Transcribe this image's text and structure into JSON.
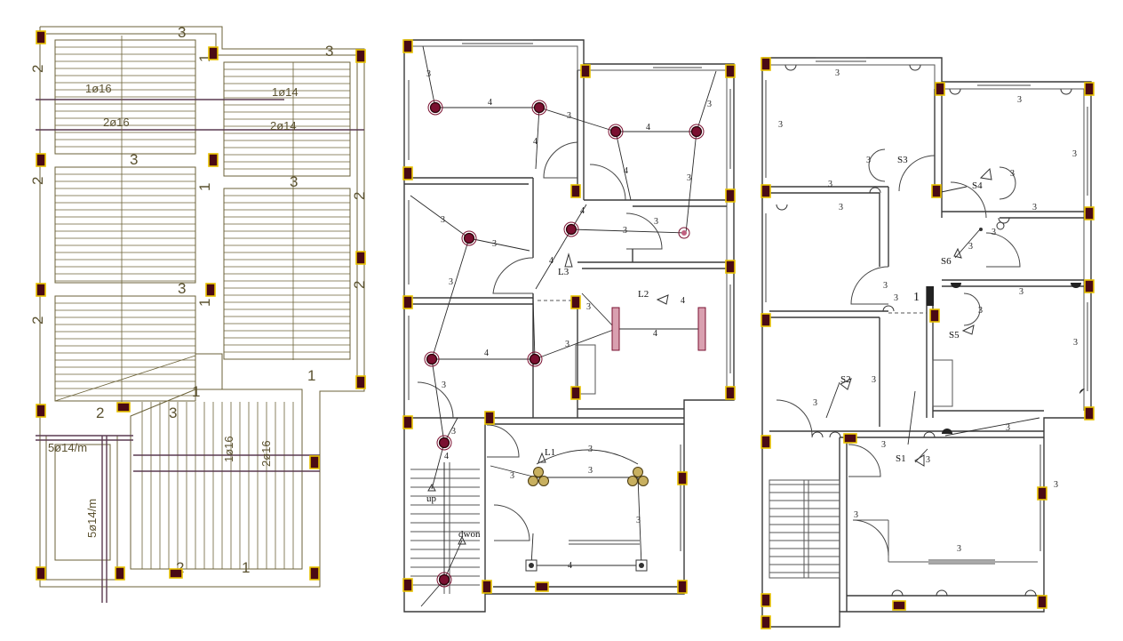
{
  "slab_plan": {
    "rebar_labels": {
      "top_left_bottom": "1ø16",
      "top_left_top": "2ø16",
      "top_right_bottom": "1ø14",
      "top_right_top": "2ø14",
      "stair_bottom": "1ø16",
      "stair_top": "2ø16",
      "left_mesh_h": "5ø14/m",
      "left_mesh_v": "5ø14/m"
    },
    "section_marks": [
      "3",
      "3",
      "3",
      "3",
      "3",
      "3",
      "2",
      "2",
      "2",
      "2",
      "2",
      "2",
      "2",
      "1",
      "1",
      "1",
      "1",
      "1",
      "1"
    ]
  },
  "electrical_plan": {
    "wire_counts": [
      "3",
      "4",
      "3",
      "4",
      "4",
      "4",
      "3",
      "3",
      "3",
      "3",
      "3",
      "4",
      "3",
      "3",
      "4",
      "3",
      "4",
      "3",
      "4",
      "4",
      "3",
      "3",
      "4",
      "3",
      "3",
      "3",
      "3",
      "4"
    ],
    "labels": {
      "l1": "L1",
      "l2": "L2",
      "l3": "L3",
      "up": "up",
      "down": "dwon"
    }
  },
  "socket_plan": {
    "wire_counts": [
      "3",
      "3",
      "3",
      "3",
      "3",
      "3",
      "3",
      "3",
      "3",
      "3",
      "3",
      "3",
      "3",
      "3",
      "3",
      "3",
      "3",
      "3",
      "3",
      "3",
      "3",
      "3",
      "3",
      "3"
    ],
    "labels": {
      "s1": "S1",
      "s2": "S2",
      "s3": "S3",
      "s4": "S4",
      "s5": "S5",
      "s6": "S6",
      "mark1": "1"
    }
  }
}
